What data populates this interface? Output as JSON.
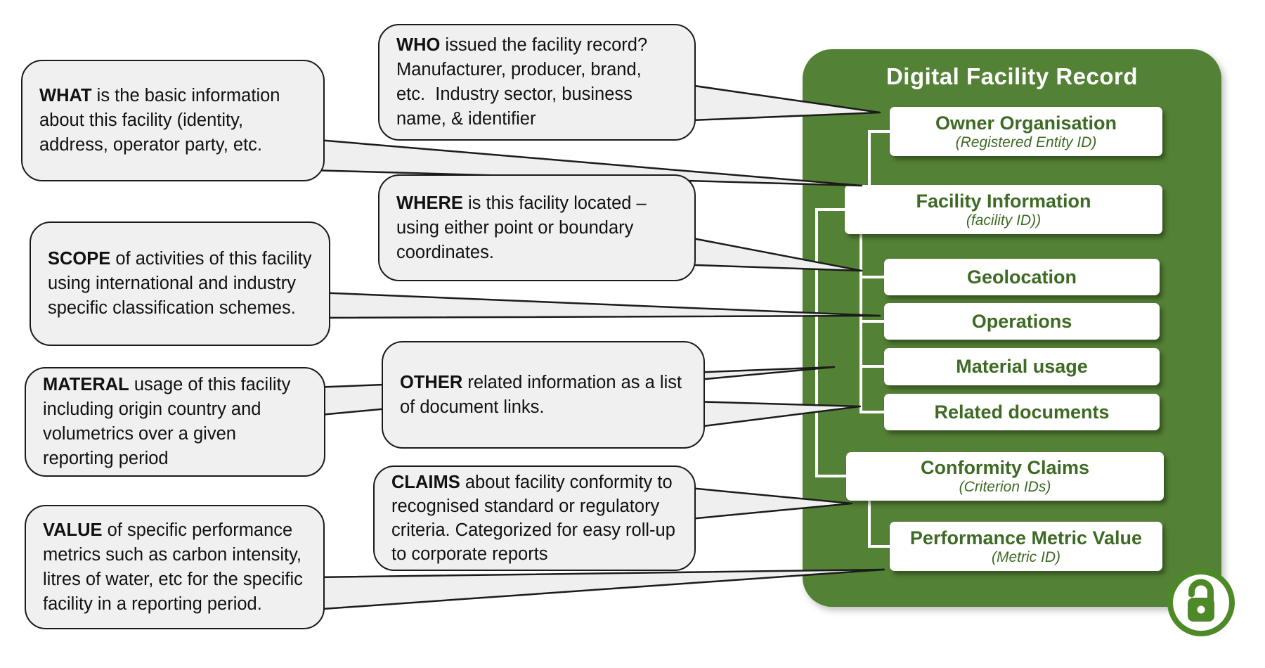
{
  "colors": {
    "panel_green": "#538135",
    "box_text_green": "#3e6b24",
    "bubble_fill": "#f0f0f0",
    "bubble_border": "#1b1b1b",
    "lock_green": "#4e8928",
    "white": "#ffffff"
  },
  "panel": {
    "title": "Digital Facility Record"
  },
  "record_boxes": {
    "owner": {
      "label": "Owner Organisation",
      "sub": "(Registered Entity ID)"
    },
    "facility": {
      "label": "Facility Information",
      "sub": "(facility ID))"
    },
    "geolocation": {
      "label": "Geolocation"
    },
    "operations": {
      "label": "Operations"
    },
    "material": {
      "label": "Material usage"
    },
    "related": {
      "label": "Related documents"
    },
    "conformity": {
      "label": "Conformity Claims",
      "sub": "(Criterion IDs)"
    },
    "performance": {
      "label": "Performance Metric Value",
      "sub": "(Metric ID)"
    }
  },
  "callouts": {
    "who": {
      "lead": "WHO",
      "text": " issued the facility record?\nManufacturer, producer, brand,\netc.  Industry sector, business\nname, & identifier"
    },
    "what": {
      "lead": "WHAT",
      "text": " is the basic information\nabout this facility (identity,\naddress, operator party, etc."
    },
    "where": {
      "lead": "WHERE",
      "text": " is this facility located –\nusing either point or boundary\ncoordinates."
    },
    "scope": {
      "lead": "SCOPE",
      "text": " of activities of this facility\nusing international and industry\nspecific classification schemes."
    },
    "other": {
      "lead": "OTHER",
      "text": " related information as a list\nof document links."
    },
    "material": {
      "lead": "MATERAL",
      "text": " usage of this facility\nincluding origin country and\nvolumetrics over a given\nreporting period"
    },
    "claims": {
      "lead": "CLAIMS",
      "text": " about facility conformity to\nrecognised standard or regulatory\ncriteria. Categorized for easy roll-up\nto corporate reports"
    },
    "value": {
      "lead": "VALUE",
      "text": " of specific performance\nmetrics such as carbon intensity,\nlitres of water, etc for the specific\nfacility in a reporting period."
    }
  },
  "icons": {
    "lock": "open-padlock"
  }
}
